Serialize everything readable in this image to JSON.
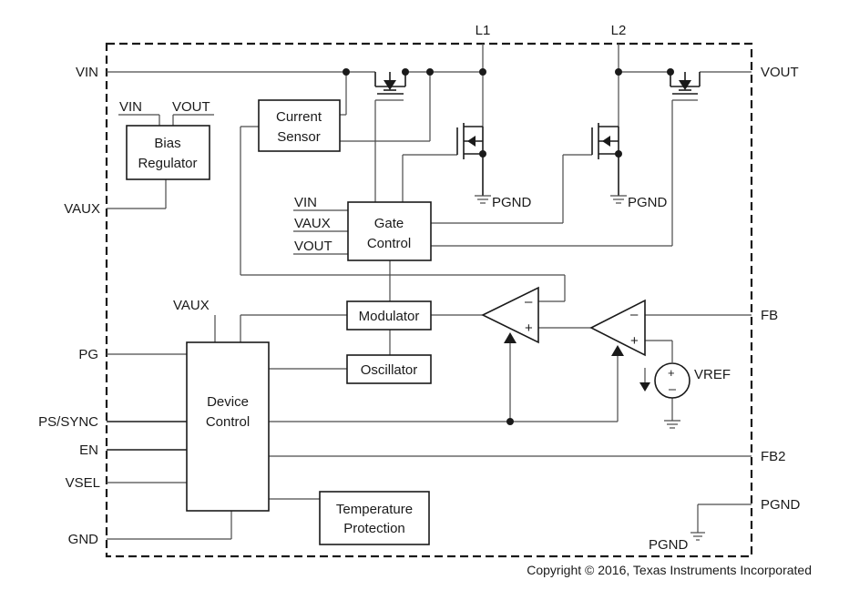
{
  "pins": {
    "vin": "VIN",
    "vaux": "VAUX",
    "pg": "PG",
    "ps_sync": "PS/SYNC",
    "en": "EN",
    "vsel": "VSEL",
    "gnd": "GND",
    "l1": "L1",
    "l2": "L2",
    "vout": "VOUT",
    "fb": "FB",
    "fb2": "FB2",
    "pgnd": "PGND"
  },
  "blocks": {
    "bias_regulator": [
      "Bias",
      "Regulator"
    ],
    "current_sensor": [
      "Current",
      "Sensor"
    ],
    "gate_control": [
      "Gate",
      "Control"
    ],
    "modulator": "Modulator",
    "oscillator": "Oscillator",
    "device_control": [
      "Device",
      "Control"
    ],
    "temperature_protection": [
      "Temperature",
      "Protection"
    ]
  },
  "internal_labels": {
    "bias_vin": "VIN",
    "bias_vout": "VOUT",
    "gate_vin": "VIN",
    "gate_vaux": "VAUX",
    "gate_vout": "VOUT",
    "device_vaux": "VAUX",
    "pgnd_low_side_1": "PGND",
    "pgnd_low_side_2": "PGND",
    "pgnd_internal": "PGND",
    "vref": "VREF",
    "comp_minus": "–",
    "comp_plus": "+",
    "ea_minus": "–",
    "ea_plus": "+"
  },
  "copyright": "Copyright © 2016, Texas Instruments Incorporated"
}
